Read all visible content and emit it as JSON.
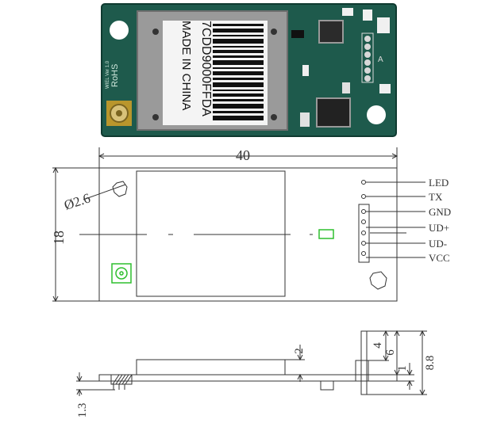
{
  "photo": {
    "label_lines": [
      "7CDD9000FFDA",
      "MADE IN CHINA"
    ],
    "silk_rohs": "RoHS",
    "silk_small": "WIEL Ver 1.0",
    "silk_a": "A"
  },
  "dimensions": {
    "width": "40",
    "height": "18",
    "hole": "Ø2.6",
    "shield_h": "2",
    "pin_a": "4",
    "pin_b": "6",
    "pin_c": "1",
    "total": "8.8",
    "pcb_t": "1.3"
  },
  "pins": [
    "LED",
    "TX",
    "GND",
    "UD+",
    "UD-",
    "VCC"
  ],
  "colors": {
    "pcb": "#1e5a4c",
    "pcb_dark": "#0f3a30",
    "shield": "#9a9a9a",
    "line": "#333333",
    "green_mark": "#2fbf2f"
  }
}
